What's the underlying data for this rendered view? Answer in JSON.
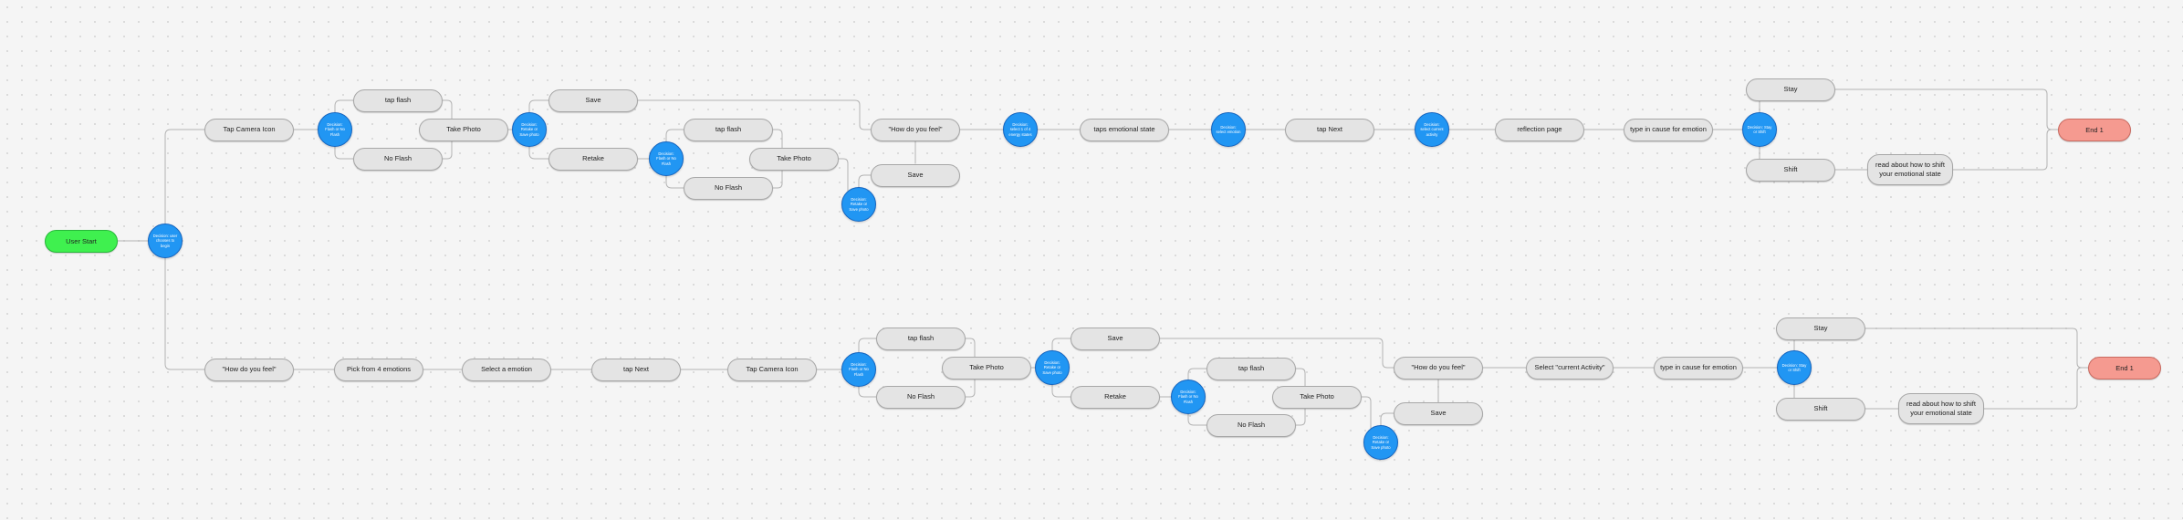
{
  "diagram": {
    "nodes": [
      {
        "id": "start",
        "kind": "start",
        "label": "User Start"
      },
      {
        "id": "d0",
        "kind": "decision",
        "label": "Decision: user chooses to begin"
      },
      {
        "id": "a1",
        "kind": "step",
        "label": "Tap Camera Icon"
      },
      {
        "id": "a2",
        "kind": "decision",
        "label": "Decision: Flash or No Flash"
      },
      {
        "id": "a3",
        "kind": "step",
        "label": "tap flash"
      },
      {
        "id": "a4",
        "kind": "step",
        "label": "No Flash"
      },
      {
        "id": "a5",
        "kind": "step",
        "label": "Take Photo"
      },
      {
        "id": "a6",
        "kind": "decision",
        "label": "Decision: Retake or Save photo"
      },
      {
        "id": "a7",
        "kind": "step",
        "label": "Save"
      },
      {
        "id": "a8",
        "kind": "step",
        "label": "Retake"
      },
      {
        "id": "a9",
        "kind": "decision",
        "label": "Decision: Flash or No Flash"
      },
      {
        "id": "a10",
        "kind": "step",
        "label": "tap flash"
      },
      {
        "id": "a11",
        "kind": "step",
        "label": "No Flash"
      },
      {
        "id": "a12",
        "kind": "step",
        "label": "Take Photo"
      },
      {
        "id": "a13",
        "kind": "decision",
        "label": "Decision: Retake or Save photo"
      },
      {
        "id": "a14",
        "kind": "step",
        "label": "Save"
      },
      {
        "id": "a15",
        "kind": "step",
        "label": "\"How do you feel\""
      },
      {
        "id": "a16",
        "kind": "decision",
        "label": "Decision: select 1 of 4 energy states"
      },
      {
        "id": "a17",
        "kind": "step",
        "label": "taps emotional state"
      },
      {
        "id": "a18",
        "kind": "decision",
        "label": "Decision: select emotion"
      },
      {
        "id": "a19",
        "kind": "step",
        "label": "tap Next"
      },
      {
        "id": "a20",
        "kind": "decision",
        "label": "Decision: select current activity"
      },
      {
        "id": "a21",
        "kind": "step",
        "label": "reflection page"
      },
      {
        "id": "a22",
        "kind": "step",
        "label": "type in cause for emotion"
      },
      {
        "id": "a23",
        "kind": "decision",
        "label": "Decision: Stay or Shift"
      },
      {
        "id": "a24",
        "kind": "step",
        "label": "Stay"
      },
      {
        "id": "a25",
        "kind": "step",
        "label": "Shift"
      },
      {
        "id": "a26",
        "kind": "step",
        "label": "read about how to shift your emotional state"
      },
      {
        "id": "a27",
        "kind": "end",
        "label": "End 1"
      },
      {
        "id": "b1",
        "kind": "step",
        "label": "\"How do you feel\""
      },
      {
        "id": "b2",
        "kind": "step",
        "label": "Pick from 4 emotions"
      },
      {
        "id": "b3",
        "kind": "step",
        "label": "Select a emotion"
      },
      {
        "id": "b4",
        "kind": "step",
        "label": "tap Next"
      },
      {
        "id": "b5",
        "kind": "step",
        "label": "Tap Camera Icon"
      },
      {
        "id": "b6",
        "kind": "decision",
        "label": "Decision: Flash or No Flash"
      },
      {
        "id": "b7",
        "kind": "step",
        "label": "tap flash"
      },
      {
        "id": "b8",
        "kind": "step",
        "label": "No Flash"
      },
      {
        "id": "b9",
        "kind": "step",
        "label": "Take Photo"
      },
      {
        "id": "b10",
        "kind": "decision",
        "label": "Decision: Retake or Save photo"
      },
      {
        "id": "b11",
        "kind": "step",
        "label": "Save"
      },
      {
        "id": "b12",
        "kind": "step",
        "label": "Retake"
      },
      {
        "id": "b13",
        "kind": "decision",
        "label": "Decision: Flash or No Flash"
      },
      {
        "id": "b14",
        "kind": "step",
        "label": "tap flash"
      },
      {
        "id": "b15",
        "kind": "step",
        "label": "No Flash"
      },
      {
        "id": "b16",
        "kind": "step",
        "label": "Take Photo"
      },
      {
        "id": "b17",
        "kind": "decision",
        "label": "Decision: Retake or Save photo"
      },
      {
        "id": "b18",
        "kind": "step",
        "label": "Save"
      },
      {
        "id": "b19",
        "kind": "step",
        "label": "\"How do you feel\""
      },
      {
        "id": "b20",
        "kind": "step",
        "label": "Select \"current Activity\""
      },
      {
        "id": "b21",
        "kind": "step",
        "label": "type in cause for emotion"
      },
      {
        "id": "b22",
        "kind": "decision",
        "label": "Decision: Stay or Shift"
      },
      {
        "id": "b23",
        "kind": "step",
        "label": "Stay"
      },
      {
        "id": "b24",
        "kind": "step",
        "label": "Shift"
      },
      {
        "id": "b25",
        "kind": "step",
        "label": "read about how to shift your emotional state"
      },
      {
        "id": "b26",
        "kind": "end",
        "label": "End 1"
      }
    ],
    "edges": [
      [
        "start",
        "d0"
      ],
      [
        "d0",
        "a1"
      ],
      [
        "d0",
        "b1"
      ],
      [
        "a1",
        "a2"
      ],
      [
        "a2",
        "a3"
      ],
      [
        "a2",
        "a4"
      ],
      [
        "a3",
        "a5"
      ],
      [
        "a4",
        "a5"
      ],
      [
        "a5",
        "a6"
      ],
      [
        "a6",
        "a7"
      ],
      [
        "a6",
        "a8"
      ],
      [
        "a8",
        "a9"
      ],
      [
        "a9",
        "a10"
      ],
      [
        "a9",
        "a11"
      ],
      [
        "a10",
        "a12"
      ],
      [
        "a11",
        "a12"
      ],
      [
        "a12",
        "a13"
      ],
      [
        "a13",
        "a14"
      ],
      [
        "a14",
        "a15"
      ],
      [
        "a7",
        "a15"
      ],
      [
        "a15",
        "a16"
      ],
      [
        "a16",
        "a17"
      ],
      [
        "a17",
        "a18"
      ],
      [
        "a18",
        "a19"
      ],
      [
        "a19",
        "a20"
      ],
      [
        "a20",
        "a21"
      ],
      [
        "a21",
        "a22"
      ],
      [
        "a22",
        "a23"
      ],
      [
        "a23",
        "a24"
      ],
      [
        "a23",
        "a25"
      ],
      [
        "a25",
        "a26"
      ],
      [
        "a24",
        "a27"
      ],
      [
        "a26",
        "a27"
      ],
      [
        "b1",
        "b2"
      ],
      [
        "b2",
        "b3"
      ],
      [
        "b3",
        "b4"
      ],
      [
        "b4",
        "b5"
      ],
      [
        "b5",
        "b6"
      ],
      [
        "b6",
        "b7"
      ],
      [
        "b6",
        "b8"
      ],
      [
        "b7",
        "b9"
      ],
      [
        "b8",
        "b9"
      ],
      [
        "b9",
        "b10"
      ],
      [
        "b10",
        "b11"
      ],
      [
        "b10",
        "b12"
      ],
      [
        "b12",
        "b13"
      ],
      [
        "b13",
        "b14"
      ],
      [
        "b13",
        "b15"
      ],
      [
        "b14",
        "b16"
      ],
      [
        "b15",
        "b16"
      ],
      [
        "b16",
        "b17"
      ],
      [
        "b17",
        "b18"
      ],
      [
        "b18",
        "b19"
      ],
      [
        "b11",
        "b19"
      ],
      [
        "b19",
        "b20"
      ],
      [
        "b20",
        "b21"
      ],
      [
        "b21",
        "b22"
      ],
      [
        "b22",
        "b23"
      ],
      [
        "b22",
        "b24"
      ],
      [
        "b24",
        "b25"
      ],
      [
        "b23",
        "b26"
      ],
      [
        "b25",
        "b26"
      ]
    ]
  },
  "colors": {
    "background": "#f5f5f5",
    "dot": "#d9d9d9",
    "step_fill": "#e4e4e4",
    "step_border": "#a7a7a7",
    "decision_fill": "#2196f3",
    "start_fill": "#3ff04f",
    "end_fill": "#f59a90",
    "edge": "#b3b3b3"
  }
}
